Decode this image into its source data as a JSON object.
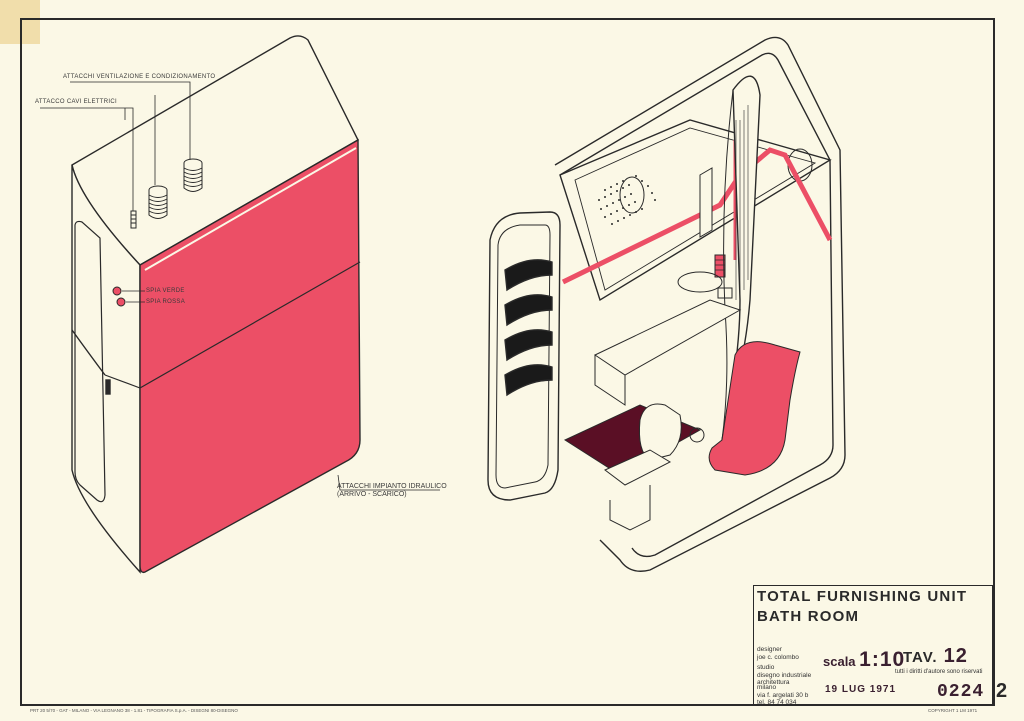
{
  "annotations": {
    "ventilation": "attacchi ventilazione e condizionamento",
    "electrical": "attacco cavi elettrici",
    "green_light": "spia verde",
    "red_light": "spia rossa",
    "hydraulic_line1": "attacchi impianto idraulico",
    "hydraulic_line2": "(arrivo - scarico)"
  },
  "title_block": {
    "title_line1": "TOTAL FURNISHING UNIT",
    "title_line2": "BATH ROOM",
    "designer_label": "designer",
    "designer_name": "joe c. colombo",
    "studio_line1": "studio",
    "studio_line2": "disegno industriale",
    "studio_line3": "architettura",
    "city": "milano",
    "address": "via f. argelati 30 b",
    "phone": "tel. 84 74 034",
    "scale_label": "scala",
    "scale_value": "1:10",
    "tav_label": "TAV.",
    "tav_value": "12",
    "rights": "tutti i diritti d'autore sono riservati",
    "date": "19 LUG 1971",
    "drawing_number": "0224",
    "sheet_number": "2"
  },
  "footer": {
    "left": "PRT 20 5/70 - GAT - MILANO - VIA LEGNANO 38 - 1.81 - TIPOGRAFIA S.p.A. - DISEGNI 80-DISEGNO",
    "right": "COPYRIGHT 1 LM 1971"
  },
  "colors": {
    "accent_red": "#ec4f66",
    "dark_maroon": "#5a0f25",
    "paper": "#fbf8e6",
    "ink": "#2a2a2a"
  }
}
